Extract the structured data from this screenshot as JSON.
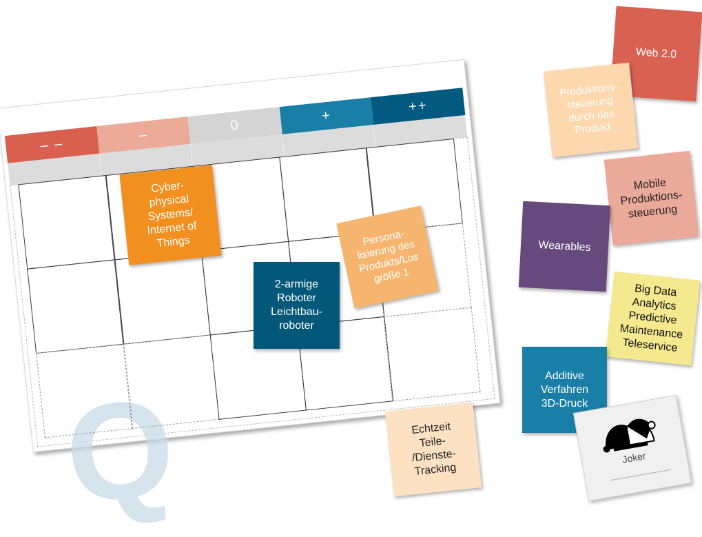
{
  "scale": {
    "columns": [
      {
        "label": "– –",
        "color": "#d9604f"
      },
      {
        "label": "–",
        "color": "#ecaa98"
      },
      {
        "label": "0",
        "color": "#d4d4d4"
      },
      {
        "label": "+",
        "color": "#1a7fa6"
      },
      {
        "label": "++",
        "color": "#035a80"
      }
    ]
  },
  "watermark": "Q",
  "cards": [
    {
      "id": "card-cps-iot",
      "text": "Cyber-\nphysical\nSystems/\nInternet of\nThings",
      "bg": "#f18f1f",
      "fg": "#ffffff"
    },
    {
      "id": "card-2-armige-roboter",
      "text": "2-armige\nRoboter\nLeichtbau-\nroboter",
      "bg": "#03587a",
      "fg": "#ffffff"
    },
    {
      "id": "card-personalisierung",
      "text": "Persona-\nlisierung des\nProdukts/Los\ngröße 1",
      "bg": "#f6b56f",
      "fg": "#ffffff"
    },
    {
      "id": "card-echtzeit-tracking",
      "text": "Echtzeit\nTeile-\n/Dienste-\nTracking",
      "bg": "#fde1c3",
      "fg": "#222222"
    },
    {
      "id": "card-web-2-0",
      "text": "Web 2.0",
      "bg": "#d96152",
      "fg": "#ffffff"
    },
    {
      "id": "card-produktionssteuerung",
      "text": "Produktions-\nsteuerung\ndurch das\nProdukt",
      "bg": "#fdd7ae",
      "fg": "#ffffff"
    },
    {
      "id": "card-mobile-produktionssteuerung",
      "text": "Mobile\nProduktions-\nsteuerung",
      "bg": "#eba99a",
      "fg": "#222222"
    },
    {
      "id": "card-wearables",
      "text": "Wearables",
      "bg": "#664a7d",
      "fg": "#ffffff"
    },
    {
      "id": "card-big-data",
      "text": "Big Data\nAnalytics\nPredictive\nMaintenance\nTeleservice",
      "bg": "#f4e98f",
      "fg": "#111111"
    },
    {
      "id": "card-additive-verfahren",
      "text": "Additive\nVerfahren\n3D-Druck",
      "bg": "#1a7fa6",
      "fg": "#ffffff"
    }
  ],
  "joker": {
    "label": "Joker"
  }
}
